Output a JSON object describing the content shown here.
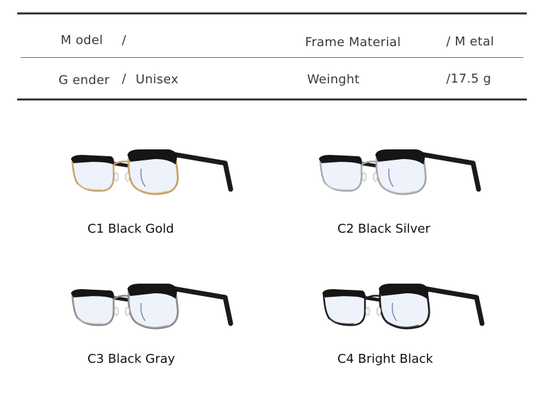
{
  "specs": {
    "model_label": "M odel",
    "model_sep": "/",
    "model_value": "",
    "material_label": "Frame  Material",
    "material_value": "/ M etal",
    "gender_label": "G ender",
    "gender_sep": "/",
    "gender_value": "Unisex",
    "weight_label": "Weinght",
    "weight_value": "/17.5 g"
  },
  "variants": [
    {
      "label": "C1 Black Gold",
      "rim_color": "#c9a36a",
      "rim_highlight": "#e6cfa6"
    },
    {
      "label": "C2 Black Silver",
      "rim_color": "#a9a9a9",
      "rim_highlight": "#d8d8d8"
    },
    {
      "label": "C3 Black Gray",
      "rim_color": "#8c8c8c",
      "rim_highlight": "#bdbdbd"
    },
    {
      "label": "C4 Bright Black",
      "rim_color": "#1e1e1e",
      "rim_highlight": "#4a4a4a"
    }
  ],
  "colors": {
    "browline": "#151515",
    "temple": "#1a1a1a",
    "lens_tint": "#eef3fb",
    "blue_coating": "#2b3f8f"
  },
  "icons": [
    "eyeglasses-icon"
  ]
}
